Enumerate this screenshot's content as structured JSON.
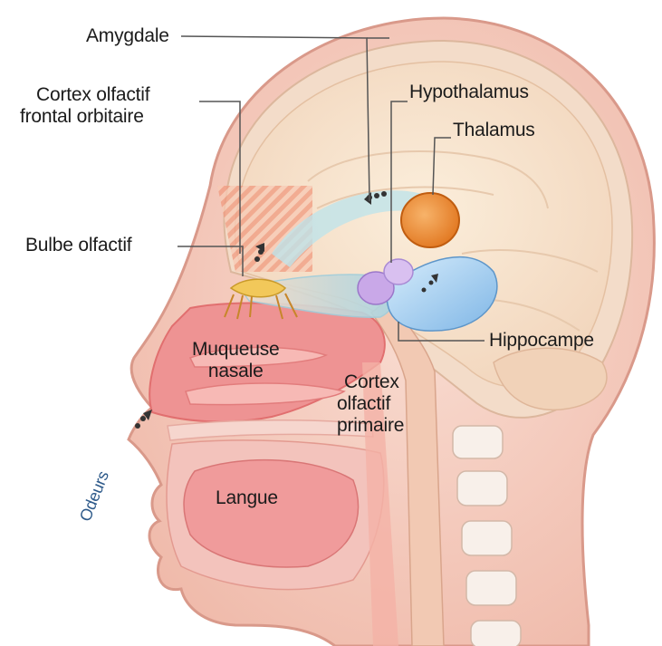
{
  "diagram": {
    "labels": {
      "amygdale": "Amygdale",
      "cortex_orbitofrontal_line1": "Cortex olfactif",
      "cortex_orbitofrontal_line2": "frontal orbitaire",
      "hypothalamus": "Hypothalamus",
      "thalamus": "Thalamus",
      "bulbe": "Bulbe olfactif",
      "hippocampe": "Hippocampe",
      "muqueuse_line1": "Muqueuse",
      "muqueuse_line2": "nasale",
      "cortex_primaire_line1": "Cortex",
      "cortex_primaire_line2": "olfactif",
      "cortex_primaire_line3": "primaire",
      "langue": "Langue",
      "odeurs": "Odeurs"
    },
    "colors": {
      "skin": "#f6cfc3",
      "skull": "#f3dcc9",
      "brain": "#f7e4cc",
      "nasal_cavity": "#ee8f8f",
      "olfactory_bulb": "#f2c85a",
      "thalamus": "#f08a2a",
      "hypothalamus": "#c9a8e8",
      "hippocampus": "#a8d0f0",
      "pathway": "#bfe3ea",
      "text": "#1b1b1b",
      "odeurs_text": "#2e5a8a"
    }
  }
}
